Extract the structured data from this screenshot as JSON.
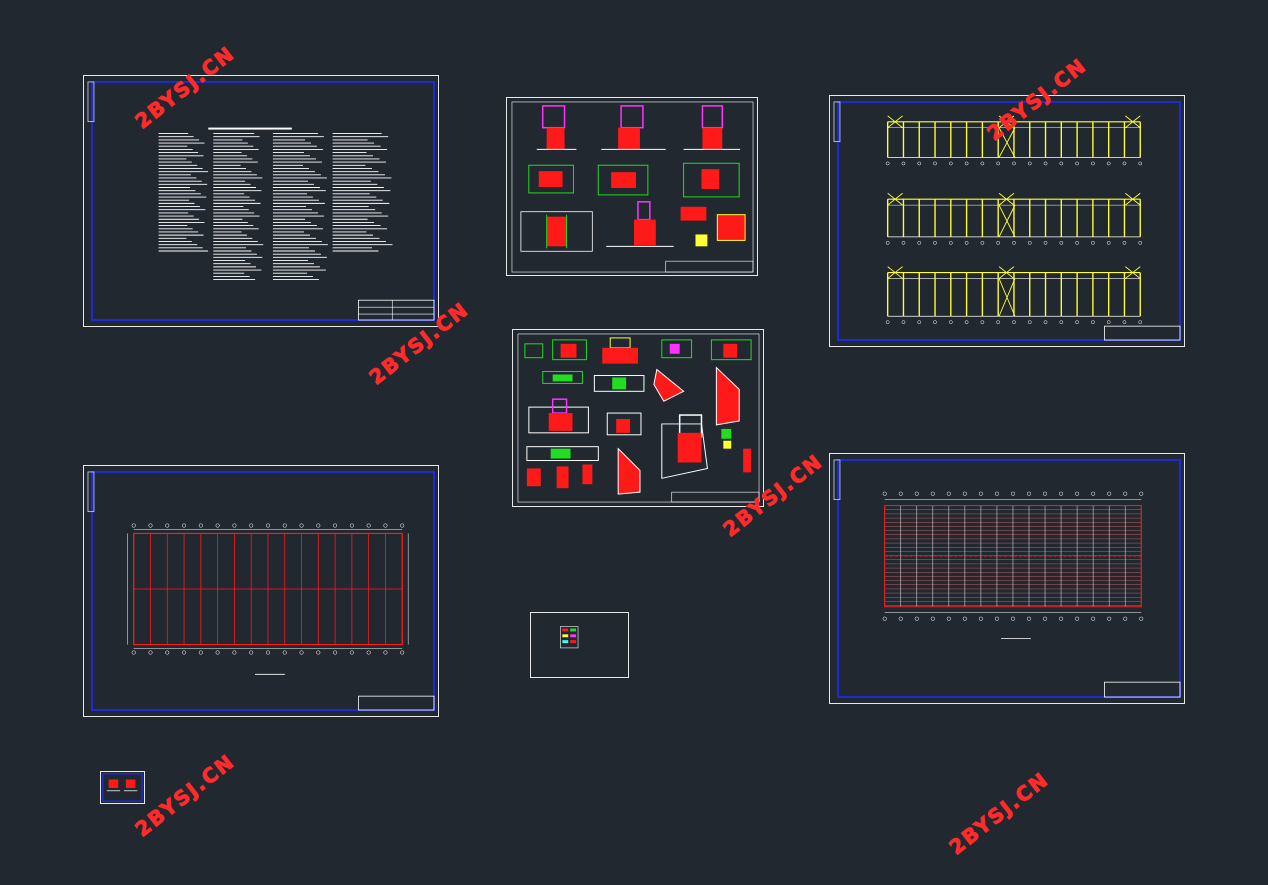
{
  "viewer": {
    "background": "#212830"
  },
  "colors": {
    "frame": "#e8e8e8",
    "inner_border": "#1d2bd8",
    "text": "#ffffff",
    "red": "#ff1a1a",
    "yellow": "#ffff33",
    "green": "#22dd22",
    "magenta": "#ff33ff",
    "cyan": "#33ffff"
  },
  "watermarks": [
    {
      "text": "2BYSJ.CN"
    },
    {
      "text": "2BYSJ.CN"
    },
    {
      "text": "2BYSJ.CN"
    },
    {
      "text": "2BYSJ.CN"
    },
    {
      "text": "2BYSJ.CN"
    },
    {
      "text": "2BYSJ.CN"
    }
  ],
  "sheets": [
    {
      "name": "design-notes-sheet",
      "kind": "notes"
    },
    {
      "name": "foundation-details-sheet-1",
      "kind": "details"
    },
    {
      "name": "elevations-sheet",
      "kind": "elevations"
    },
    {
      "name": "foundation-details-sheet-2",
      "kind": "details2"
    },
    {
      "name": "column-layout-plan-sheet",
      "kind": "plan"
    },
    {
      "name": "roof-purlin-plan-sheet",
      "kind": "roofplan"
    },
    {
      "name": "legend-sheet",
      "kind": "legend"
    },
    {
      "name": "small-detail-sheet",
      "kind": "small"
    }
  ]
}
